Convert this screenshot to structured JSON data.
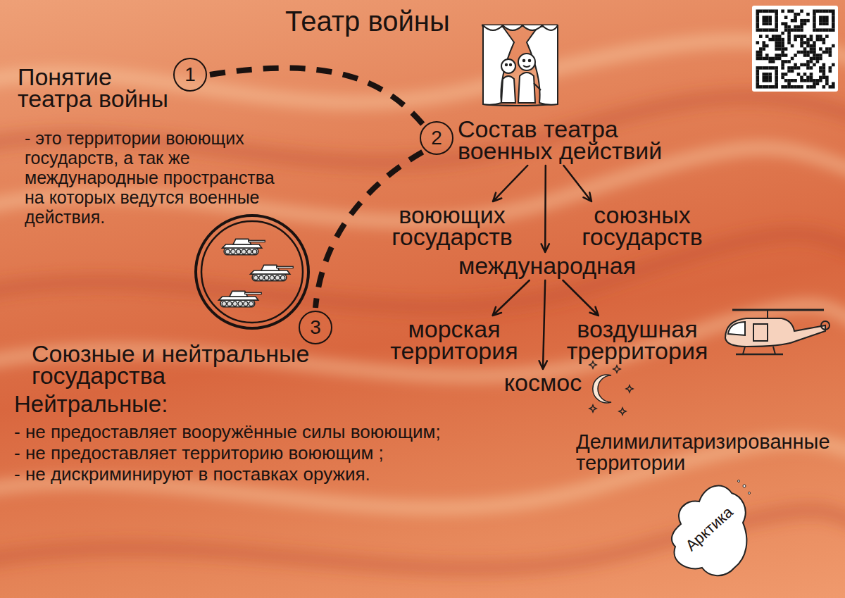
{
  "diagram": {
    "title": "Театр войны",
    "nodes": [
      {
        "text": [
          "1",
          "Понятие театра войны"
        ]
      },
      {
        "text": [
          "2",
          "Состав театра военных действий"
        ]
      },
      {
        "text": [
          "воюющих государств"
        ]
      },
      {
        "text": [
          "союзных государств"
        ]
      },
      {
        "text": [
          "международная"
        ]
      },
      {
        "text": [
          "морская территория"
        ]
      },
      {
        "text": [
          "воздушная трерритория"
        ]
      },
      {
        "text": [
          "космос"
        ]
      },
      {
        "text": [
          "3",
          "Союзные и нейтральные государства"
        ]
      },
      {
        "text": [
          "Делимилитаризированные территории",
          "Арктика"
        ]
      }
    ],
    "edges": [
      {
        "from": 0,
        "to": 1,
        "arrow": "none"
      },
      {
        "from": 1,
        "to": 8,
        "arrow": "none"
      },
      {
        "from": 1,
        "to": 2,
        "arrow": "to"
      },
      {
        "from": 1,
        "to": 3,
        "arrow": "to"
      },
      {
        "from": 1,
        "to": 4,
        "arrow": "to"
      },
      {
        "from": 4,
        "to": 5,
        "arrow": "to"
      },
      {
        "from": 4,
        "to": 6,
        "arrow": "to"
      },
      {
        "from": 4,
        "to": 7,
        "arrow": "to"
      }
    ],
    "labels": [
      "- это территории воюющих государств, а так же международные пространства на которых ведутся военные действия.",
      "Нейтральные:",
      "- не предоставляет вооружённые силы воюющим;",
      "- не предоставляет территорию воюющим ;",
      "- не дискриминируют в поставках оружия."
    ]
  }
}
